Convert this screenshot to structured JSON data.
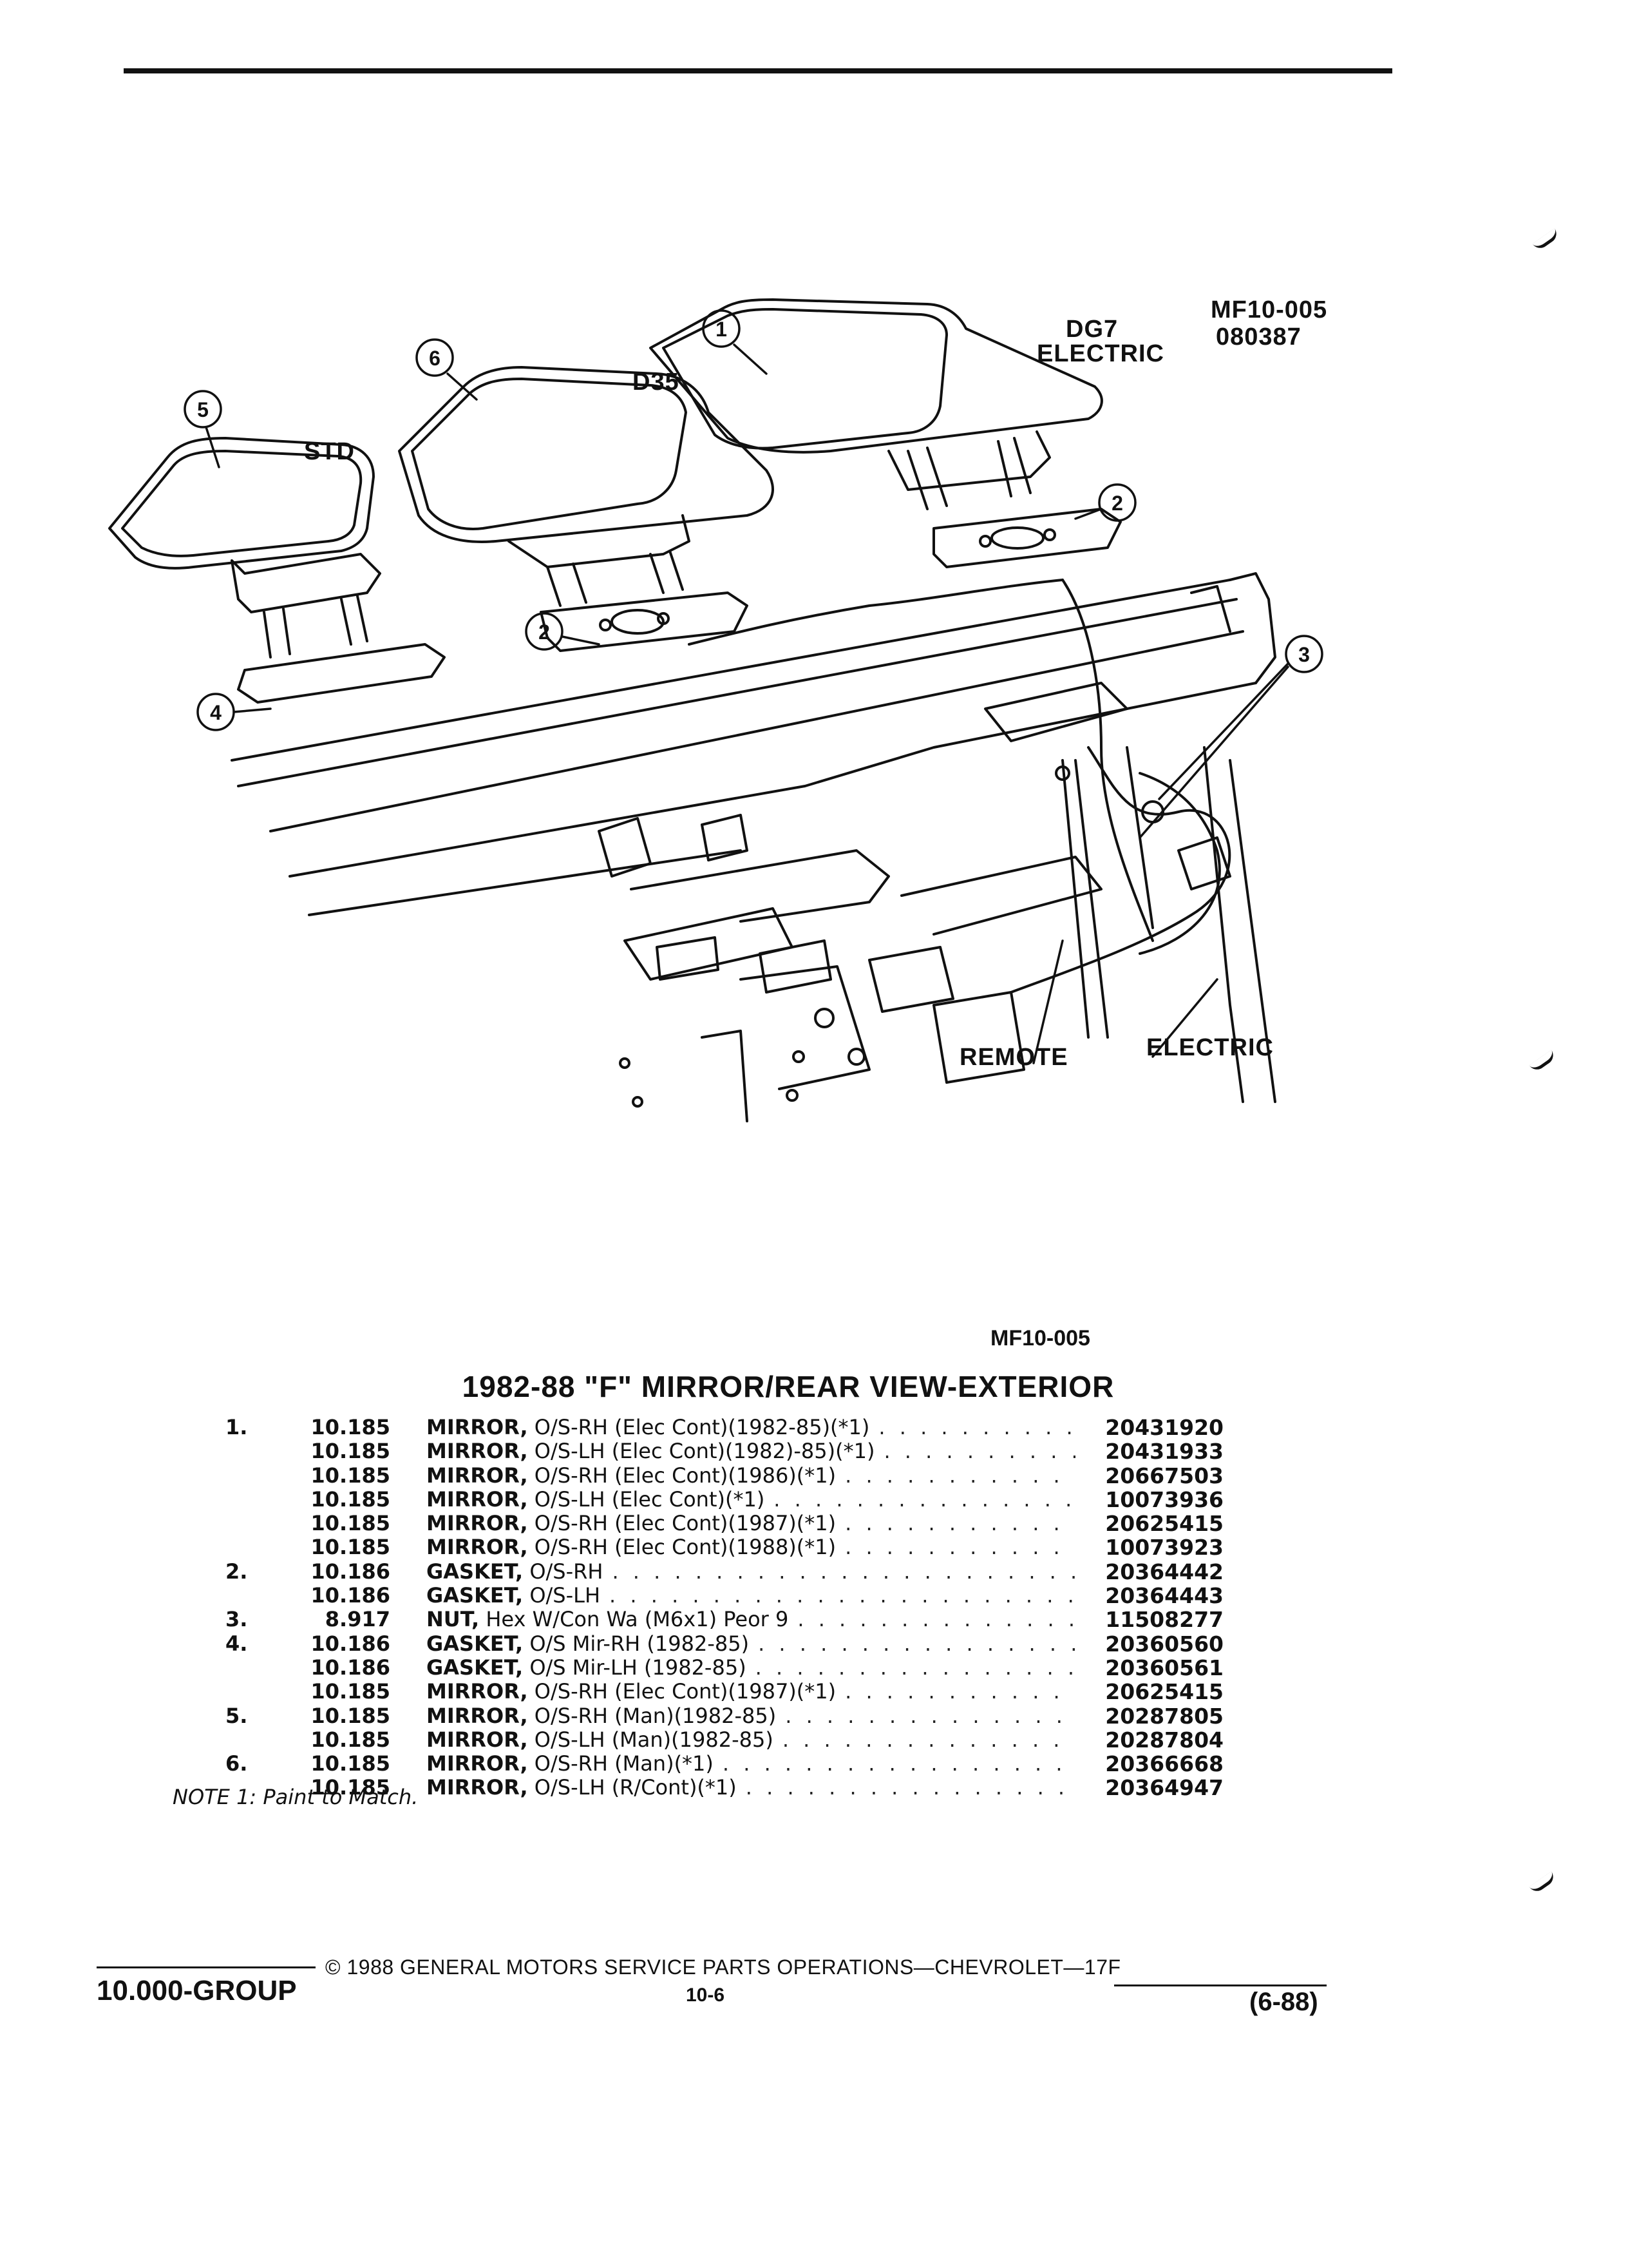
{
  "diagram": {
    "ref_code": "MF10-005",
    "ref_date": "080387",
    "labels": {
      "std": "STD",
      "d35": "D35",
      "dg7": "DG7",
      "electric_top": "ELECTRIC",
      "remote": "REMOTE",
      "electric_bottom": "ELECTRIC"
    },
    "callouts": [
      "1",
      "2",
      "2",
      "3",
      "4",
      "5",
      "6"
    ]
  },
  "figure_ref": "MF10-005",
  "title": "1982-88 \"F\" MIRROR/REAR VIEW-EXTERIOR",
  "parts": [
    {
      "item": "1.",
      "group": "10.185",
      "name": "MIRROR,",
      "desc": " O/S-RH (Elec Cont)(1982-85)(*1)",
      "part": "20431920"
    },
    {
      "item": "",
      "group": "10.185",
      "name": "MIRROR,",
      "desc": " O/S-LH (Elec Cont)(1982)-85)(*1)",
      "part": "20431933"
    },
    {
      "item": "",
      "group": "10.185",
      "name": "MIRROR,",
      "desc": " O/S-RH (Elec Cont)(1986)(*1)",
      "part": "20667503"
    },
    {
      "item": "",
      "group": "10.185",
      "name": "MIRROR,",
      "desc": " O/S-LH (Elec Cont)(*1)",
      "part": "10073936"
    },
    {
      "item": "",
      "group": "10.185",
      "name": "MIRROR,",
      "desc": " O/S-RH (Elec Cont)(1987)(*1)",
      "part": "20625415"
    },
    {
      "item": "",
      "group": "10.185",
      "name": "MIRROR,",
      "desc": " O/S-RH (Elec Cont)(1988)(*1)",
      "part": "10073923"
    },
    {
      "item": "2.",
      "group": "10.186",
      "name": "GASKET,",
      "desc": " O/S-RH",
      "part": "20364442"
    },
    {
      "item": "",
      "group": "10.186",
      "name": "GASKET,",
      "desc": " O/S-LH",
      "part": "20364443"
    },
    {
      "item": "3.",
      "group": "8.917",
      "name": "NUT,",
      "desc": " Hex W/Con Wa (M6x1) Peor 9",
      "part": "11508277"
    },
    {
      "item": "4.",
      "group": "10.186",
      "name": "GASKET,",
      "desc": " O/S Mir-RH (1982-85)",
      "part": "20360560"
    },
    {
      "item": "",
      "group": "10.186",
      "name": "GASKET,",
      "desc": " O/S Mir-LH (1982-85)",
      "part": "20360561"
    },
    {
      "item": "",
      "group": "10.185",
      "name": "MIRROR,",
      "desc": " O/S-RH (Elec Cont)(1987)(*1)",
      "part": "20625415"
    },
    {
      "item": "5.",
      "group": "10.185",
      "name": "MIRROR,",
      "desc": " O/S-RH (Man)(1982-85)",
      "part": "20287805"
    },
    {
      "item": "",
      "group": "10.185",
      "name": "MIRROR,",
      "desc": " O/S-LH (Man)(1982-85)",
      "part": "20287804"
    },
    {
      "item": "6.",
      "group": "10.185",
      "name": "MIRROR,",
      "desc": " O/S-RH (Man)(*1)",
      "part": "20366668"
    },
    {
      "item": "",
      "group": "10.185",
      "name": "MIRROR,",
      "desc": " O/S-LH (R/Cont)(*1)",
      "part": "20364947"
    }
  ],
  "note": "NOTE 1: Paint to Match.",
  "footer": {
    "group": "10.000-GROUP",
    "copyright": "© 1988 GENERAL MOTORS SERVICE PARTS OPERATIONS—CHEVROLET—17F",
    "page": "10-6",
    "date": "(6-88)"
  }
}
